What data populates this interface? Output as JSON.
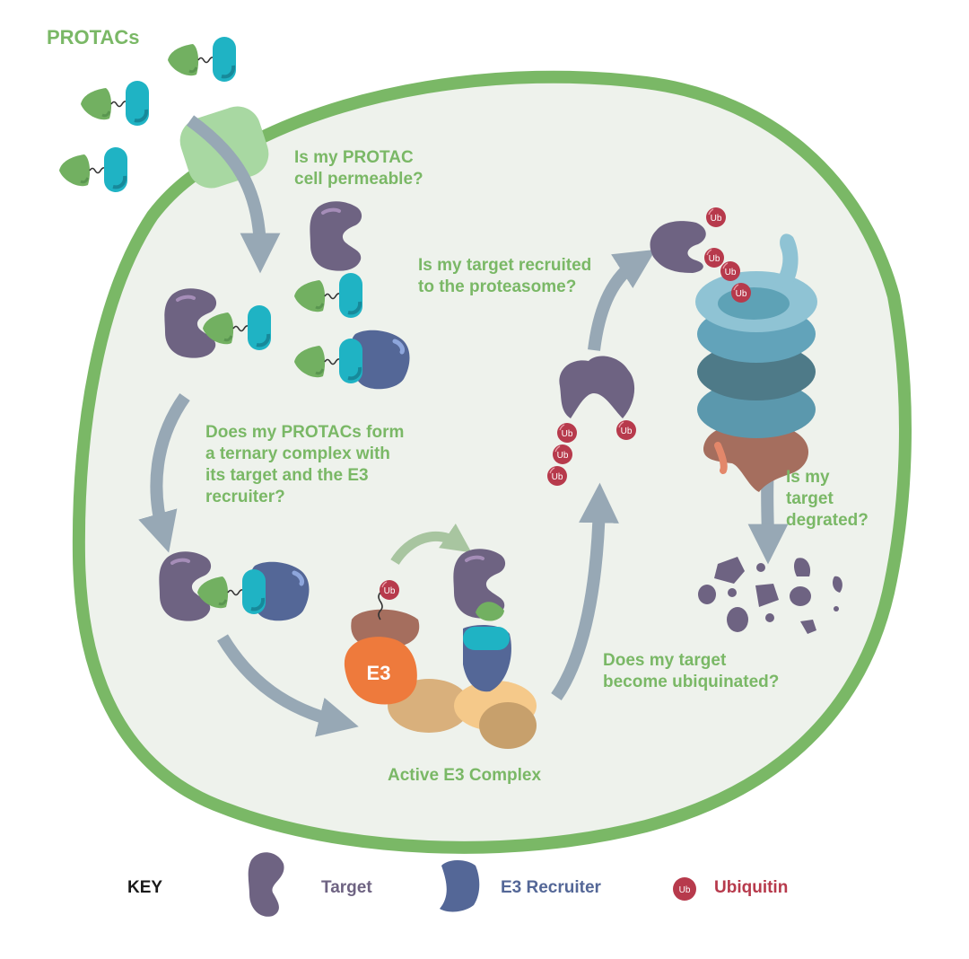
{
  "title": "PROTACs",
  "colors": {
    "cell_membrane": "#7ab866",
    "cell_interior": "#eef2ec",
    "question_text": "#7ab866",
    "arrow": "#97a8b5",
    "target": "#6e6382",
    "e3_recruiter": "#546797",
    "protac_warhead": "#72b061",
    "protac_ligand": "#1fb3c4",
    "ubiquitin": "#b73a4c",
    "e3_ligase": "#ee7a3c",
    "proteasome_top": "#8fc3d4",
    "proteasome_dark": "#4e7a88",
    "proteasome_base": "#a56e5e",
    "key_text": "#1a1a1a"
  },
  "questions": {
    "permeable": "Is my PROTAC\ncell permeable?",
    "ternary": "Does my PROTACs form\na ternary complex with\nits target and the E3\nrecruiter?",
    "ubiquinated": "Does my target\nbecome ubiquinated?",
    "proteasome": "Is my target recruited\nto the proteasome?",
    "degraded": "Is my\ntarget\ndegrated?"
  },
  "labels": {
    "active_e3_complex": "Active E3 Complex",
    "e3": "E3",
    "ub": "Ub"
  },
  "key": {
    "heading": "KEY",
    "items": [
      {
        "label": "Target",
        "icon": "target-protein-icon",
        "color": "#6e6382"
      },
      {
        "label": "E3 Recruiter",
        "icon": "e3-recruiter-icon",
        "color": "#546797"
      },
      {
        "label": "Ubiquitin",
        "icon": "ubiquitin-icon",
        "color": "#b73a4c"
      }
    ]
  }
}
